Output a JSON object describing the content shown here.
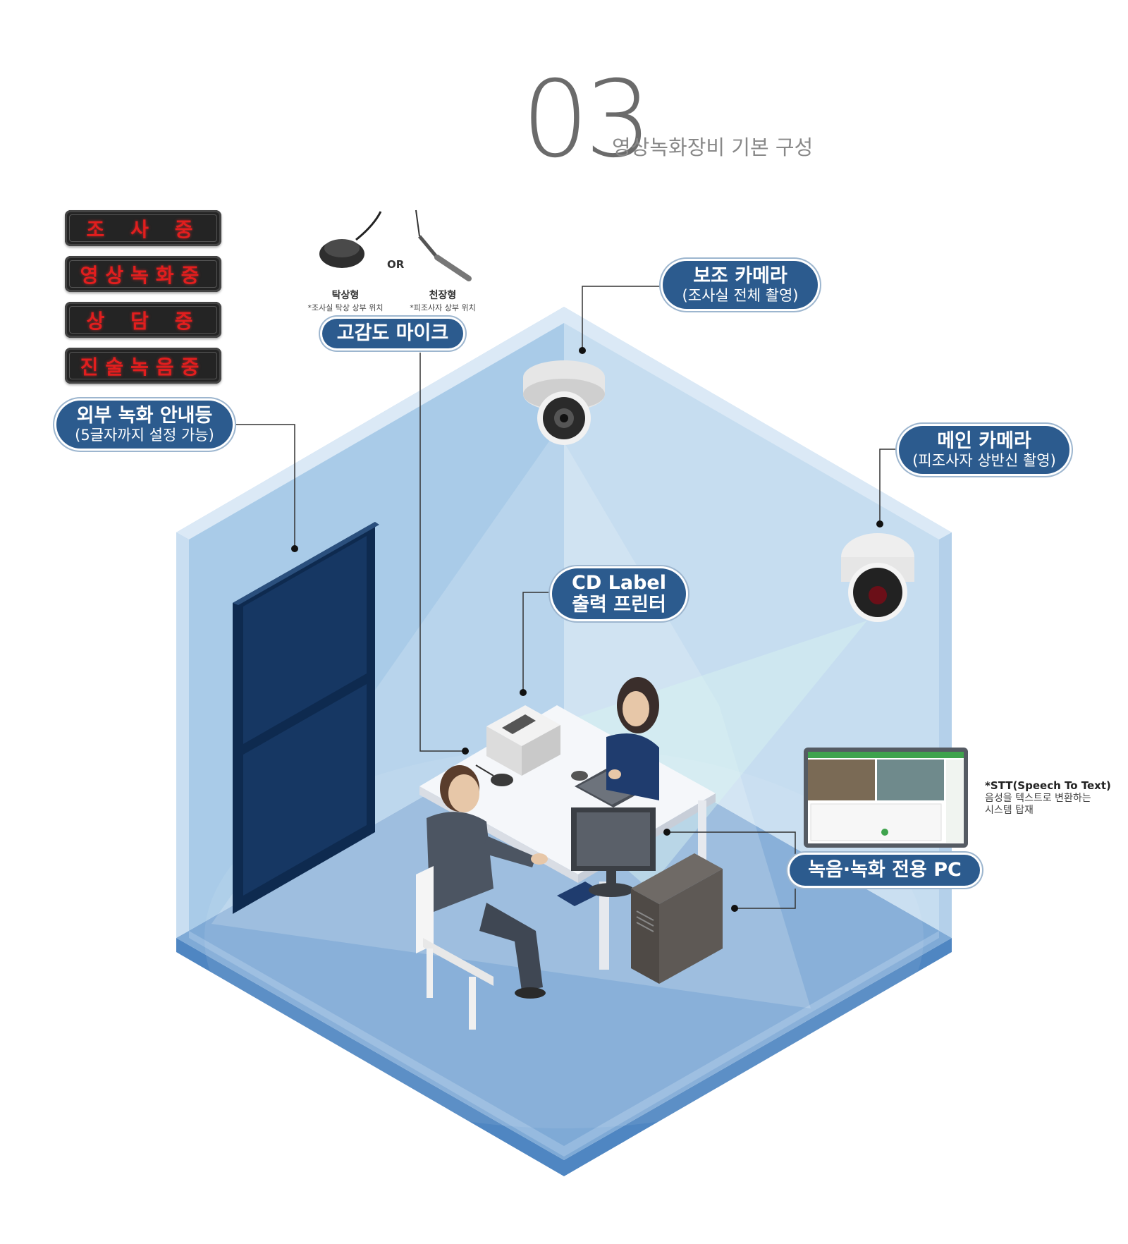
{
  "title": {
    "number": "03",
    "subtitle": "영상녹화장비 기본 구성"
  },
  "led_signs": [
    "조 사 중",
    "영상녹화중",
    "상 담 중",
    "진술녹음중"
  ],
  "callouts": {
    "external_light": {
      "line1": "외부 녹화 안내등",
      "line2": "(5글자까지 설정 가능)"
    },
    "microphone": {
      "line1": "고감도 마이크"
    },
    "sub_camera": {
      "line1": "보조 카메라",
      "line2": "(조사실 전체 촬영)"
    },
    "main_camera": {
      "line1": "메인 카메라",
      "line2": "(피조사자 상반신 촬영)"
    },
    "printer": {
      "line1": "CD Label",
      "line2": "출력 프린터"
    },
    "pc": {
      "line1": "녹음·녹화 전용 PC"
    }
  },
  "mics": {
    "or_label": "OR",
    "table_type": {
      "name": "탁상형",
      "note": "*조사실 탁상 상부 위치"
    },
    "ceiling_type": {
      "name": "천장형",
      "note": "*피조사자 상부 위치"
    }
  },
  "stt": {
    "title": "*STT(Speech To Text)",
    "line1": "음성을 텍스트로 변환하는",
    "line2": "시스템 탑재"
  },
  "colors": {
    "pill": "#2c5b8e",
    "led_text": "#e21e1e",
    "wall_left": "#a7c9e6",
    "wall_right": "#c5dcef",
    "floor": "#7fa9d6",
    "door": "#0e2a4f"
  }
}
